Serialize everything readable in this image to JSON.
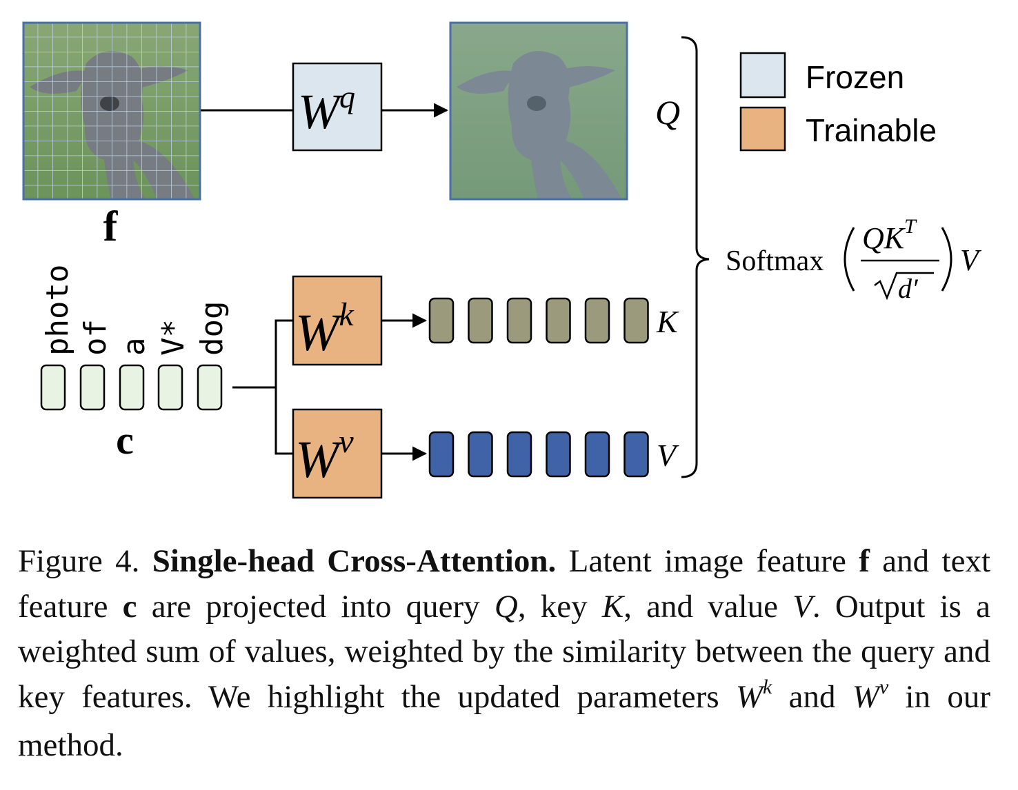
{
  "diagram": {
    "image_feature_label": "f",
    "text_feature_label": "c",
    "tokens": [
      "photo",
      "of",
      "a",
      "V*",
      "dog"
    ],
    "weights": {
      "query": {
        "base": "W",
        "sup": "q"
      },
      "key": {
        "base": "W",
        "sup": "k"
      },
      "value": {
        "base": "W",
        "sup": "v"
      }
    },
    "labels": {
      "q": "Q",
      "k": "K",
      "v": "V"
    },
    "formula": {
      "func": "Softmax",
      "numerator_base": "QK",
      "numerator_sup": "T",
      "denominator": "d′",
      "tail": "V"
    },
    "legend": [
      {
        "label": "Frozen",
        "color": "#dce6ee"
      },
      {
        "label": "Trainable",
        "color": "#e9b281"
      }
    ],
    "colors": {
      "frozen": "#dce6ee",
      "trainable": "#e9b281",
      "key_token": "#9c9a7c",
      "value_token": "#4063a8",
      "text_token": "#e9f3e3",
      "image_border": "#4a6fa5"
    },
    "key_token_count": 6,
    "value_token_count": 6
  },
  "caption": {
    "prefix": "Figure 4.",
    "title": "Single-head Cross-Attention.",
    "s1": "Latent image feature",
    "f": "f",
    "s2": "and text feature",
    "c": "c",
    "s3": "are projected into query",
    "Q": "Q",
    "s4": ", key",
    "K": "K",
    "s5": ", and value",
    "V": "V",
    "s6": ". Output is a weighted sum of values, weighted by the similarity between the query and key features. We highlight the updated parameters",
    "W1": "W",
    "k": "k",
    "s7": "and",
    "W2": "W",
    "v": "v",
    "s8": "in our method."
  }
}
